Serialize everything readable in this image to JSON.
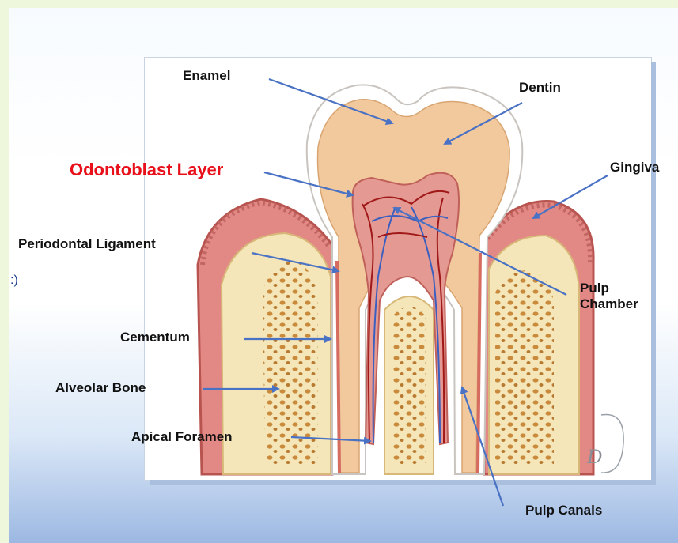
{
  "labels": {
    "enamel": "Enamel",
    "dentin": "Dentin",
    "odontoblast_layer": "Odontoblast Layer",
    "gingiva": "Gingiva",
    "periodontal_ligament": "Periodontal Ligament",
    "pulp_chamber_line1": "Pulp",
    "pulp_chamber_line2": "Chamber",
    "cementum": "Cementum",
    "alveolar_bone": "Alveolar Bone",
    "apical_foramen": "Apical Foramen",
    "pulp_canals": "Pulp Canals"
  },
  "cut_off_text": ":)",
  "colors": {
    "highlight_label": "#e8101a",
    "arrow": "#4a72c4",
    "enamel": "#ffffff",
    "dentin": "#f2c89d",
    "pulp": "#e49a92",
    "gum": "#e38985",
    "bone": "#f4e6b8",
    "vessel_red": "#a01818",
    "vessel_blue": "#3a5fc0"
  }
}
